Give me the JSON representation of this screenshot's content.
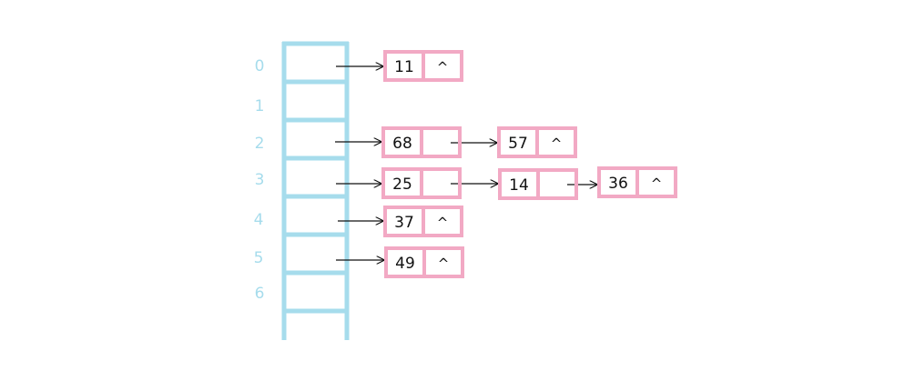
{
  "colors": {
    "array": "#a6dcec",
    "node": "#f2a9c4",
    "arrow": "#111111",
    "text": "#111111",
    "index": "#a6dcec"
  },
  "hash_table": {
    "indices": [
      "0",
      "1",
      "2",
      "3",
      "4",
      "5",
      "6"
    ]
  },
  "chains": [
    {
      "index": "0",
      "nodes": [
        {
          "key": "11",
          "next": "^"
        }
      ]
    },
    {
      "index": "1",
      "nodes": []
    },
    {
      "index": "2",
      "nodes": [
        {
          "key": "68",
          "next": ""
        },
        {
          "key": "57",
          "next": "^"
        }
      ]
    },
    {
      "index": "3",
      "nodes": [
        {
          "key": "25",
          "next": ""
        },
        {
          "key": "14",
          "next": ""
        },
        {
          "key": "36",
          "next": "^"
        }
      ]
    },
    {
      "index": "4",
      "nodes": [
        {
          "key": "37",
          "next": "^"
        }
      ]
    },
    {
      "index": "5",
      "nodes": [
        {
          "key": "49",
          "next": "^"
        }
      ]
    },
    {
      "index": "6",
      "nodes": []
    }
  ]
}
